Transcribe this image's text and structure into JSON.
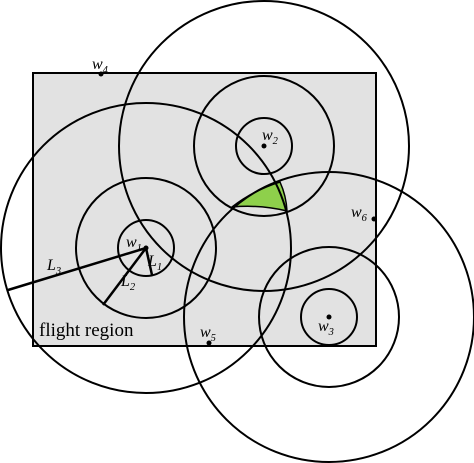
{
  "region_label": "flight region",
  "colors": {
    "region_fill": "#e2e2e2",
    "highlight": "#8ed04b",
    "stroke": "#000000"
  },
  "waypoints": [
    {
      "main": "w",
      "sub": "1"
    },
    {
      "main": "w",
      "sub": "2"
    },
    {
      "main": "w",
      "sub": "3"
    },
    {
      "main": "w",
      "sub": "4"
    },
    {
      "main": "w",
      "sub": "5"
    },
    {
      "main": "w",
      "sub": "6"
    }
  ],
  "ranges": [
    {
      "main": "L",
      "sub": "1"
    },
    {
      "main": "L",
      "sub": "2"
    },
    {
      "main": "L",
      "sub": "3"
    }
  ]
}
